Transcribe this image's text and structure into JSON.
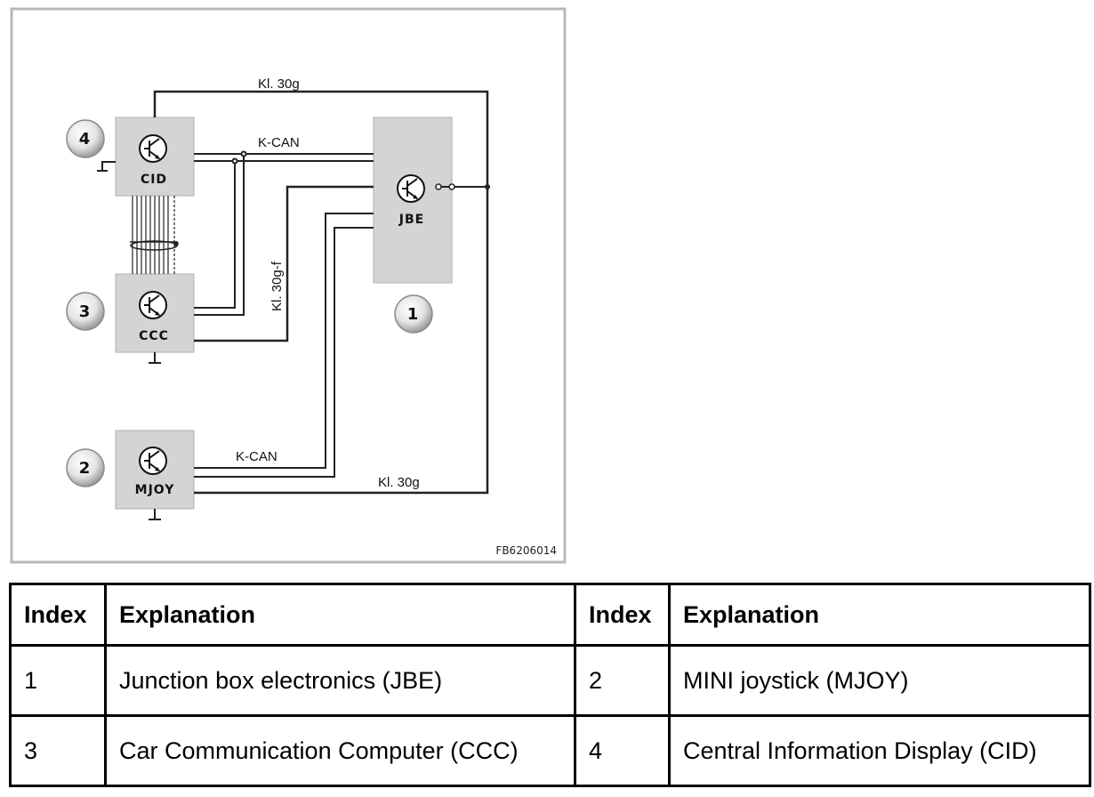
{
  "diagram": {
    "code": "FB6206014",
    "wires": {
      "kl30g_top": "Kl. 30g",
      "kcan_top": "K-CAN",
      "kl30gf": "Kl. 30g-f",
      "kcan_bottom": "K-CAN",
      "kl30g_bottom": "Kl. 30g"
    },
    "modules": {
      "cid": {
        "label": "CID",
        "number": "4"
      },
      "ccc": {
        "label": "CCC",
        "number": "3"
      },
      "mjoy": {
        "label": "MJOY",
        "number": "2"
      },
      "jbe": {
        "label": "JBE",
        "number": "1"
      }
    }
  },
  "legend": {
    "headers": [
      "Index",
      "Explanation",
      "Index",
      "Explanation"
    ],
    "rows": [
      [
        "1",
        "Junction box electronics (JBE)",
        "2",
        "MINI joystick (MJOY)"
      ],
      [
        "3",
        "Car Communication Computer (CCC)",
        "4",
        "Central Information Display (CID)"
      ]
    ]
  }
}
